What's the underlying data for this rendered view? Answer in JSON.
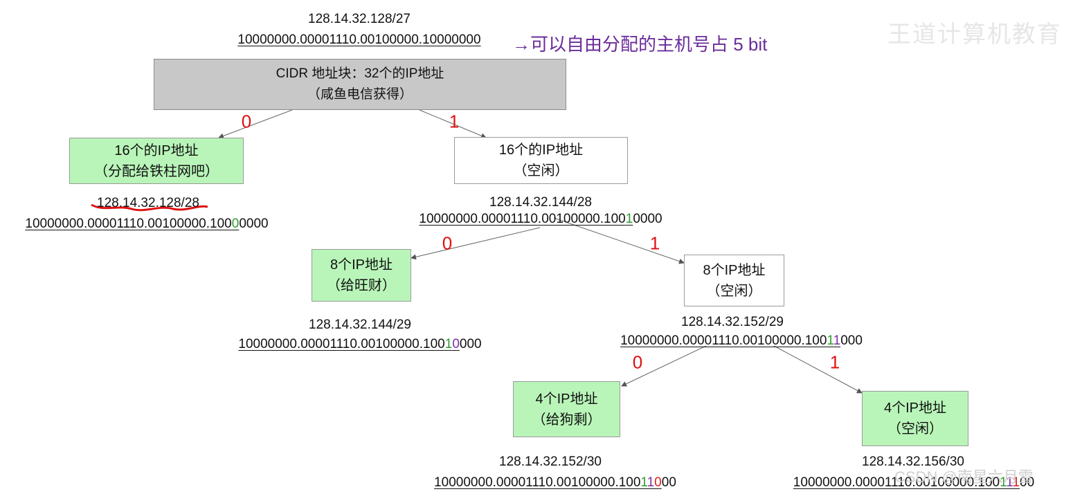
{
  "root": {
    "address": "128.14.32.128/27",
    "binary": "10000000.00001110.00100000.10000000",
    "note": "→可以自由分配的主机号占 5 bit",
    "box_line1": "CIDR 地址块：32个的IP地址",
    "box_line2": "（咸鱼电信获得）"
  },
  "watermark": "王道计算机教育",
  "csdn_watermark": "CSDN @南星六月雪",
  "bits": {
    "zero": "0",
    "one": "1"
  },
  "level1": {
    "left": {
      "line1": "16个的IP地址",
      "line2": "（分配给铁柱网吧）",
      "address": "128.14.32.128/28",
      "binary_prefix": "10000000.00001110.00100000.100",
      "binary_bit": "0",
      "binary_rest": "0000"
    },
    "right": {
      "line1": "16个的IP地址",
      "line2": "（空闲）",
      "address": "128.14.32.144/28",
      "binary_prefix": "10000000.00001110.00100000.100",
      "binary_bit": "1",
      "binary_rest": "0000"
    }
  },
  "level2": {
    "left": {
      "line1": "8个IP地址",
      "line2": "（给旺财）",
      "address": "128.14.32.144/29",
      "binary_prefix": "10000000.00001110.00100000.100",
      "binary_bit1": "1",
      "binary_bit2": "0",
      "binary_rest": "000"
    },
    "right": {
      "line1": "8个IP地址",
      "line2": "（空闲）",
      "address": "128.14.32.152/29",
      "binary_prefix": "10000000.00001110.00100000.100",
      "binary_bit1": "1",
      "binary_bit2": "1",
      "binary_rest": "000"
    }
  },
  "level3": {
    "left": {
      "line1": "4个IP地址",
      "line2": "（给狗剩）",
      "address": "128.14.32.152/30",
      "binary_prefix": "10000000.00001110.00100000.100",
      "binary_bit1": "1",
      "binary_bit2": "1",
      "binary_bit3": "0",
      "binary_rest": "00"
    },
    "right": {
      "line1": "4个IP地址",
      "line2": "（空闲）",
      "address": "128.14.32.156/30",
      "binary_prefix": "10000000.00001110.00100000.100",
      "binary_bit1": "1",
      "binary_bit2": "1",
      "binary_bit3": "1",
      "binary_rest": "00"
    }
  },
  "colors": {
    "gray_box": "#c8c8c8",
    "green_box": "#b9f5b9",
    "bit_label": "#e01010",
    "note": "#6a2c9a",
    "bit_green": "#2e9c2e",
    "bit_purple": "#7b2fa0",
    "bit_red": "#e02020"
  }
}
